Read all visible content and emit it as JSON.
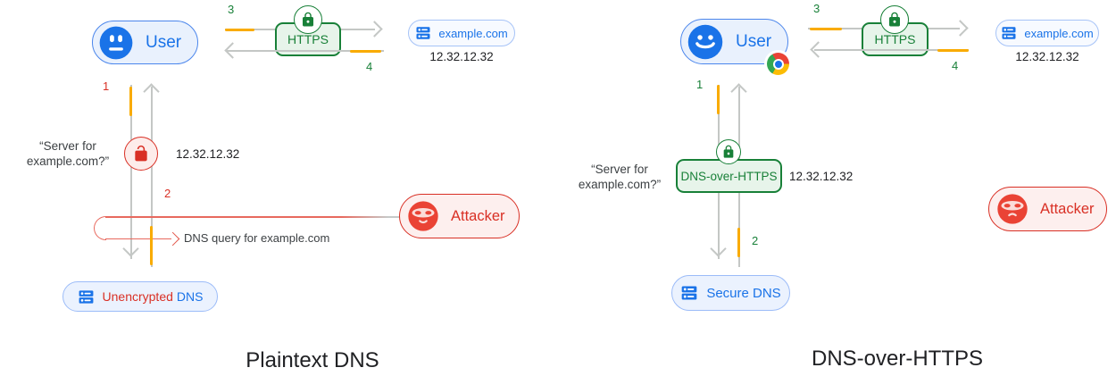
{
  "colors": {
    "blue": "#1a73e8",
    "green": "#188038",
    "red": "#d93025",
    "orange": "#f9ab00",
    "gray_line": "#c4c7c5"
  },
  "left": {
    "title": "Plaintext DNS",
    "user_label": "User",
    "https_label": "HTTPS",
    "website_label": "example.com",
    "website_ip": "12.32.12.32",
    "query_line1": "“Server for",
    "query_line2": "example.com?”",
    "resolved_ip": "12.32.12.32",
    "attacker_label": "Attacker",
    "intercept_label": "DNS query for example.com",
    "dns_word1": "Unencrypted",
    "dns_word2": "DNS",
    "steps": {
      "s1": "1",
      "s2": "2",
      "s3": "3",
      "s4": "4"
    }
  },
  "right": {
    "title": "DNS-over-HTTPS",
    "user_label": "User",
    "https_label": "HTTPS",
    "website_label": "example.com",
    "website_ip": "12.32.12.32",
    "query_line1": "“Server for",
    "query_line2": "example.com?”",
    "resolver_label": "DNS-over-HTTPS",
    "resolved_ip": "12.32.12.32",
    "attacker_label": "Attacker",
    "dns_label": "Secure DNS",
    "steps": {
      "s1": "1",
      "s2": "2",
      "s3": "3",
      "s4": "4"
    }
  }
}
